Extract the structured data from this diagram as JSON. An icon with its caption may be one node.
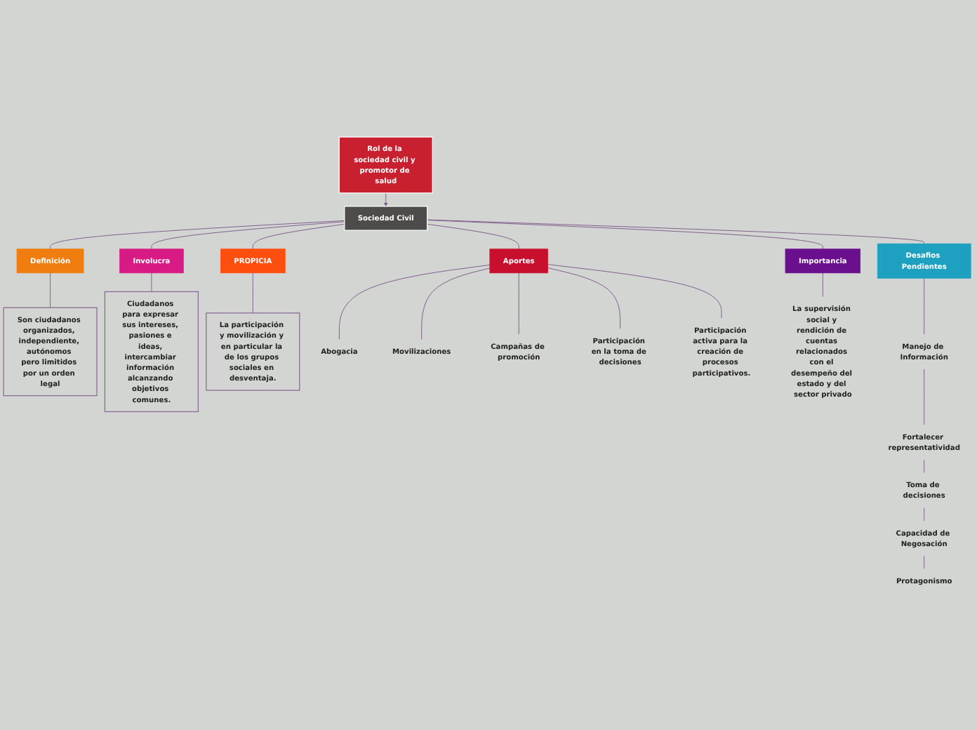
{
  "diagram": {
    "nodes": [
      {
        "text": [
          "Rol de la sociedad civil y promotor de salud"
        ]
      },
      {
        "text": [
          "Sociedad Civil"
        ]
      },
      {
        "text": [
          "Definición"
        ]
      },
      {
        "text": [
          "Son ciudadanos organizados, independiente, autónomos pero limitidos por un orden legal"
        ]
      },
      {
        "text": [
          "Involucra"
        ]
      },
      {
        "text": [
          "Ciudadanos para expresar sus intereses, pasiones e ideas, intercambiar información alcanzando objetivos comunes."
        ]
      },
      {
        "text": [
          "PROPICIA"
        ]
      },
      {
        "text": [
          "La participación y movilización y en particular la de los grupos sociales en desventaja."
        ]
      },
      {
        "text": [
          "Aportes"
        ]
      },
      {
        "text": [
          "Abogacia"
        ]
      },
      {
        "text": [
          "Movilizaciones"
        ]
      },
      {
        "text": [
          "Campañas de promoción"
        ]
      },
      {
        "text": [
          "Participación en la toma de decisiones"
        ]
      },
      {
        "text": [
          "Participación activa para la creación de procesos participativos."
        ]
      },
      {
        "text": [
          "Importancia"
        ]
      },
      {
        "text": [
          "La supervisión social y rendición de cuentas relacionados con el desempeño del estado y del sector privado"
        ]
      },
      {
        "text": [
          "Desafios Pendientes"
        ]
      },
      {
        "text": [
          "Manejo de Información"
        ]
      },
      {
        "text": [
          "Fortalecer representatividad"
        ]
      },
      {
        "text": [
          "Toma de decisiones"
        ]
      },
      {
        "text": [
          "Capacidad de Negosación"
        ]
      },
      {
        "text": [
          "Protagonismo"
        ]
      }
    ],
    "edges": [
      {
        "from": 0,
        "to": 1,
        "arrow": "to"
      },
      {
        "from": 1,
        "to": 2,
        "arrow": "none"
      },
      {
        "from": 1,
        "to": 4,
        "arrow": "none"
      },
      {
        "from": 1,
        "to": 6,
        "arrow": "none"
      },
      {
        "from": 1,
        "to": 8,
        "arrow": "none"
      },
      {
        "from": 1,
        "to": 14,
        "arrow": "none"
      },
      {
        "from": 1,
        "to": 16,
        "arrow": "none"
      },
      {
        "from": 2,
        "to": 3,
        "arrow": "none"
      },
      {
        "from": 4,
        "to": 5,
        "arrow": "none"
      },
      {
        "from": 6,
        "to": 7,
        "arrow": "none"
      },
      {
        "from": 8,
        "to": 9,
        "arrow": "none"
      },
      {
        "from": 8,
        "to": 10,
        "arrow": "none"
      },
      {
        "from": 8,
        "to": 11,
        "arrow": "none"
      },
      {
        "from": 8,
        "to": 12,
        "arrow": "none"
      },
      {
        "from": 8,
        "to": 13,
        "arrow": "none"
      },
      {
        "from": 14,
        "to": 15,
        "arrow": "none"
      },
      {
        "from": 16,
        "to": 17,
        "arrow": "none"
      },
      {
        "from": 17,
        "to": 18,
        "arrow": "none"
      },
      {
        "from": 18,
        "to": 19,
        "arrow": "none"
      },
      {
        "from": 19,
        "to": 20,
        "arrow": "none"
      },
      {
        "from": 20,
        "to": 21,
        "arrow": "none"
      }
    ]
  }
}
